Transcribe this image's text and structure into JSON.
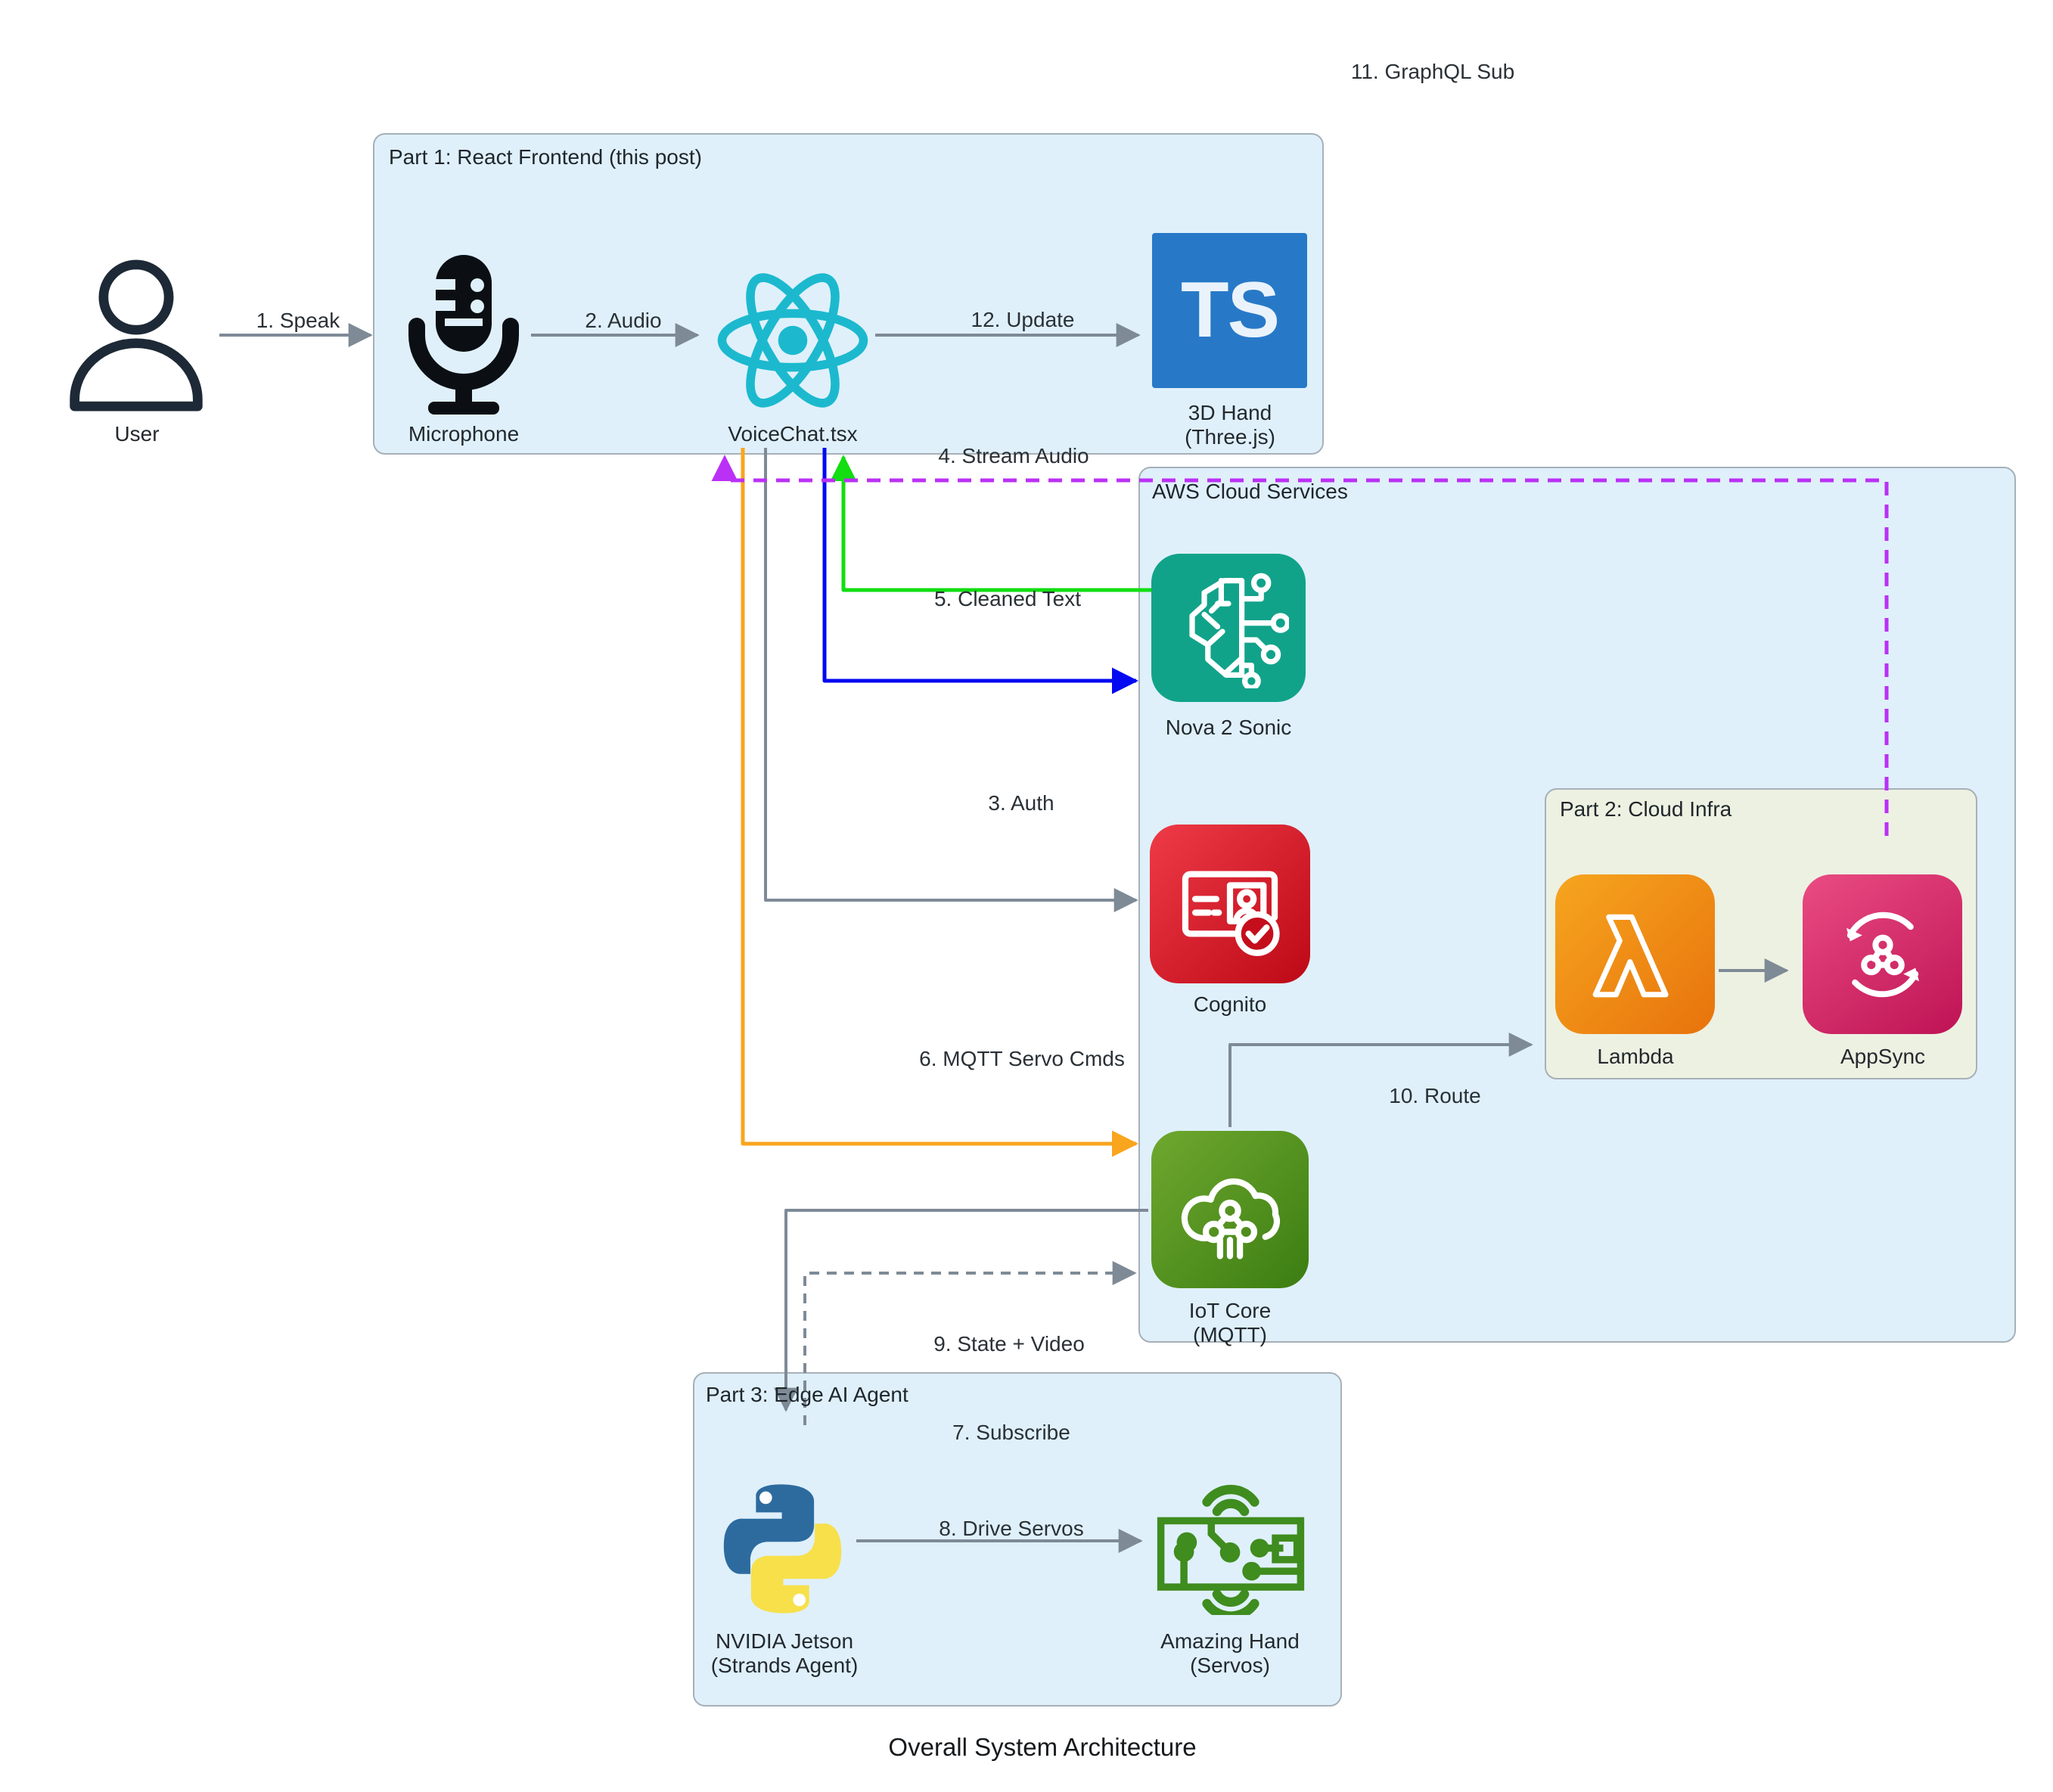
{
  "diagram_title": "Overall System Architecture",
  "containers": {
    "part1": {
      "title": "Part 1: React Frontend (this post)"
    },
    "aws": {
      "title": "AWS Cloud Services"
    },
    "part2": {
      "title": "Part 2: Cloud Infra"
    },
    "part3": {
      "title": "Part 3: Edge AI Agent"
    }
  },
  "nodes": {
    "user": {
      "label": "User"
    },
    "microphone": {
      "label": "Microphone"
    },
    "voicechat": {
      "label": "VoiceChat.tsx"
    },
    "threejs": {
      "icon_text": "TS",
      "label": "3D Hand",
      "sublabel": "(Three.js)"
    },
    "nova": {
      "label": "Nova 2 Sonic"
    },
    "cognito": {
      "label": "Cognito"
    },
    "iot": {
      "label": "IoT Core",
      "sublabel": "(MQTT)"
    },
    "lambda": {
      "label": "Lambda"
    },
    "appsync": {
      "label": "AppSync"
    },
    "jetson": {
      "label": "NVIDIA Jetson",
      "sublabel": "(Strands Agent)"
    },
    "hand": {
      "label": "Amazing Hand",
      "sublabel": "(Servos)"
    }
  },
  "edges": {
    "speak": {
      "label": "1. Speak"
    },
    "audio": {
      "label": "2. Audio"
    },
    "auth": {
      "label": "3. Auth"
    },
    "stream_audio": {
      "label": "4. Stream Audio"
    },
    "cleaned_text": {
      "label": "5. Cleaned Text"
    },
    "mqtt_servo": {
      "label": "6. MQTT Servo Cmds"
    },
    "subscribe": {
      "label": "7. Subscribe"
    },
    "drive_servos": {
      "label": "8. Drive Servos"
    },
    "state_video": {
      "label": "9. State + Video"
    },
    "route": {
      "label": "10. Route"
    },
    "graphql_sub": {
      "label": "11. GraphQL Sub"
    },
    "update": {
      "label": "12. Update"
    }
  },
  "colors": {
    "container_blue": "#DFF0FB",
    "container_sage": "#EDF1E2",
    "edge_gray": "#7E8A96",
    "edge_blue": "#0309F0",
    "edge_green": "#12DE12",
    "edge_orange": "#F9A51D",
    "edge_purple": "#BB30F5",
    "react_teal": "#1CB9CE",
    "ts_blue": "#2779C7",
    "nova_teal": "#11A38A",
    "cognito_red": "#D2121F",
    "iot_green": "#4C8A1E",
    "lambda_orange": "#EE7E10",
    "appsync_pink": "#D22260",
    "python_blue": "#2D6B9F",
    "python_yellow": "#F7E04A",
    "hand_green": "#3F8C1F"
  }
}
